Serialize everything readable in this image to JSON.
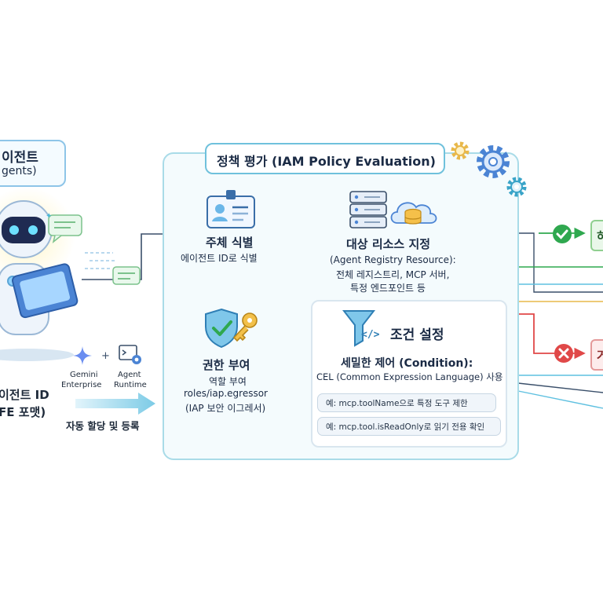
{
  "agent": {
    "title_line1": "이전트",
    "title_line2": "gents)",
    "id_line1": "이전트 ID",
    "id_line2": "FE 포맷)",
    "auto_assign": "자동 할당 및 등록",
    "gemini_label_1": "Gemini",
    "gemini_label_2": "Enterprise",
    "runtime_label_1": "Agent",
    "runtime_label_2": "Runtime"
  },
  "policy": {
    "title": "정책 평가 (IAM Policy Evaluation)",
    "subject": {
      "title": "주체 식별",
      "desc": "에이전트 ID로 식별"
    },
    "resource": {
      "title": "대상 리소스 지정",
      "line1": "(Agent Registry Resource):",
      "line2": "전체 레지스트리, MCP 서버,",
      "line3": "특정 엔드포인트 등"
    },
    "grant": {
      "title": "권한 부여",
      "line1": "역할 부여",
      "line2": "roles/iap.egressor",
      "line3": "(IAP 보안 이그레서)"
    },
    "condition": {
      "title": "조건 설정",
      "subtitle": "세밀한 제어 (Condition):",
      "desc": "CEL (Common Expression Language) 사용",
      "example1": "예: mcp.toolName으로 특정 도구 제한",
      "example2": "예: mcp.tool.isReadOnly로 읽기 전용 확인"
    }
  },
  "results": {
    "allow_char": "허",
    "deny_char": "거"
  },
  "colors": {
    "panel_border": "#a9dbe8",
    "allow": "#2fa84f",
    "deny": "#e04848",
    "arrow": "#3a4f6a"
  }
}
